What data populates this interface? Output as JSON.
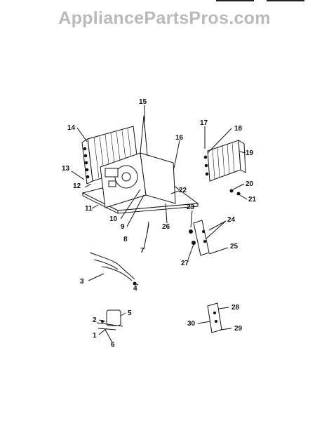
{
  "watermark": "AppliancePartsPros.com",
  "callouts": {
    "c1": "1",
    "c2": "2",
    "c3": "3",
    "c4": "4",
    "c5": "5",
    "c6": "6",
    "c7": "7",
    "c8": "8",
    "c9": "9",
    "c10": "10",
    "c11": "11",
    "c12": "12",
    "c13": "13",
    "c14": "14",
    "c15": "15",
    "c16": "16",
    "c17": "17",
    "c18": "18",
    "c19": "19",
    "c20": "20",
    "c21": "21",
    "c22": "22",
    "c23": "23",
    "c24": "24",
    "c25": "25",
    "c26": "26",
    "c27": "27",
    "c28": "28",
    "c29": "29",
    "c30": "30"
  }
}
